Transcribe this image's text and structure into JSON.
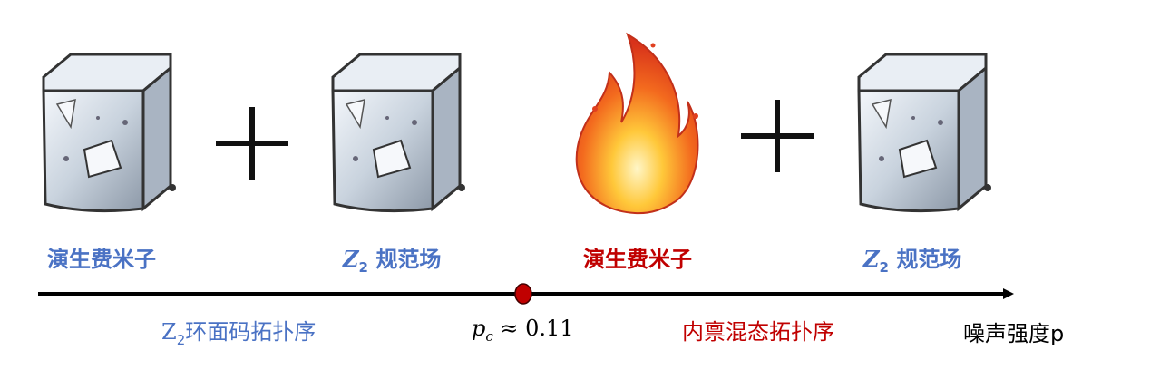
{
  "left_phase": {
    "item1": "演生费米子",
    "item2_symbol": "Z",
    "item2_sub": "2",
    "item2_text": "规范场",
    "plus": "+",
    "name_symbol": "Z",
    "name_sub": "2",
    "name_text": "环面码拓扑序"
  },
  "right_phase": {
    "item1": "演生费米子",
    "item2_symbol": "Z",
    "item2_sub": "2",
    "item2_text": "规范场",
    "plus": "+",
    "name_text": "内禀混态拓扑序"
  },
  "critical_point": {
    "symbol": "p",
    "sub": "c",
    "approx": "≈ 0.11"
  },
  "axis_label": "噪声强度p",
  "colors": {
    "blue": "#4a72c4",
    "red": "#c00000",
    "axis": "#000000",
    "point": "#c00000"
  }
}
